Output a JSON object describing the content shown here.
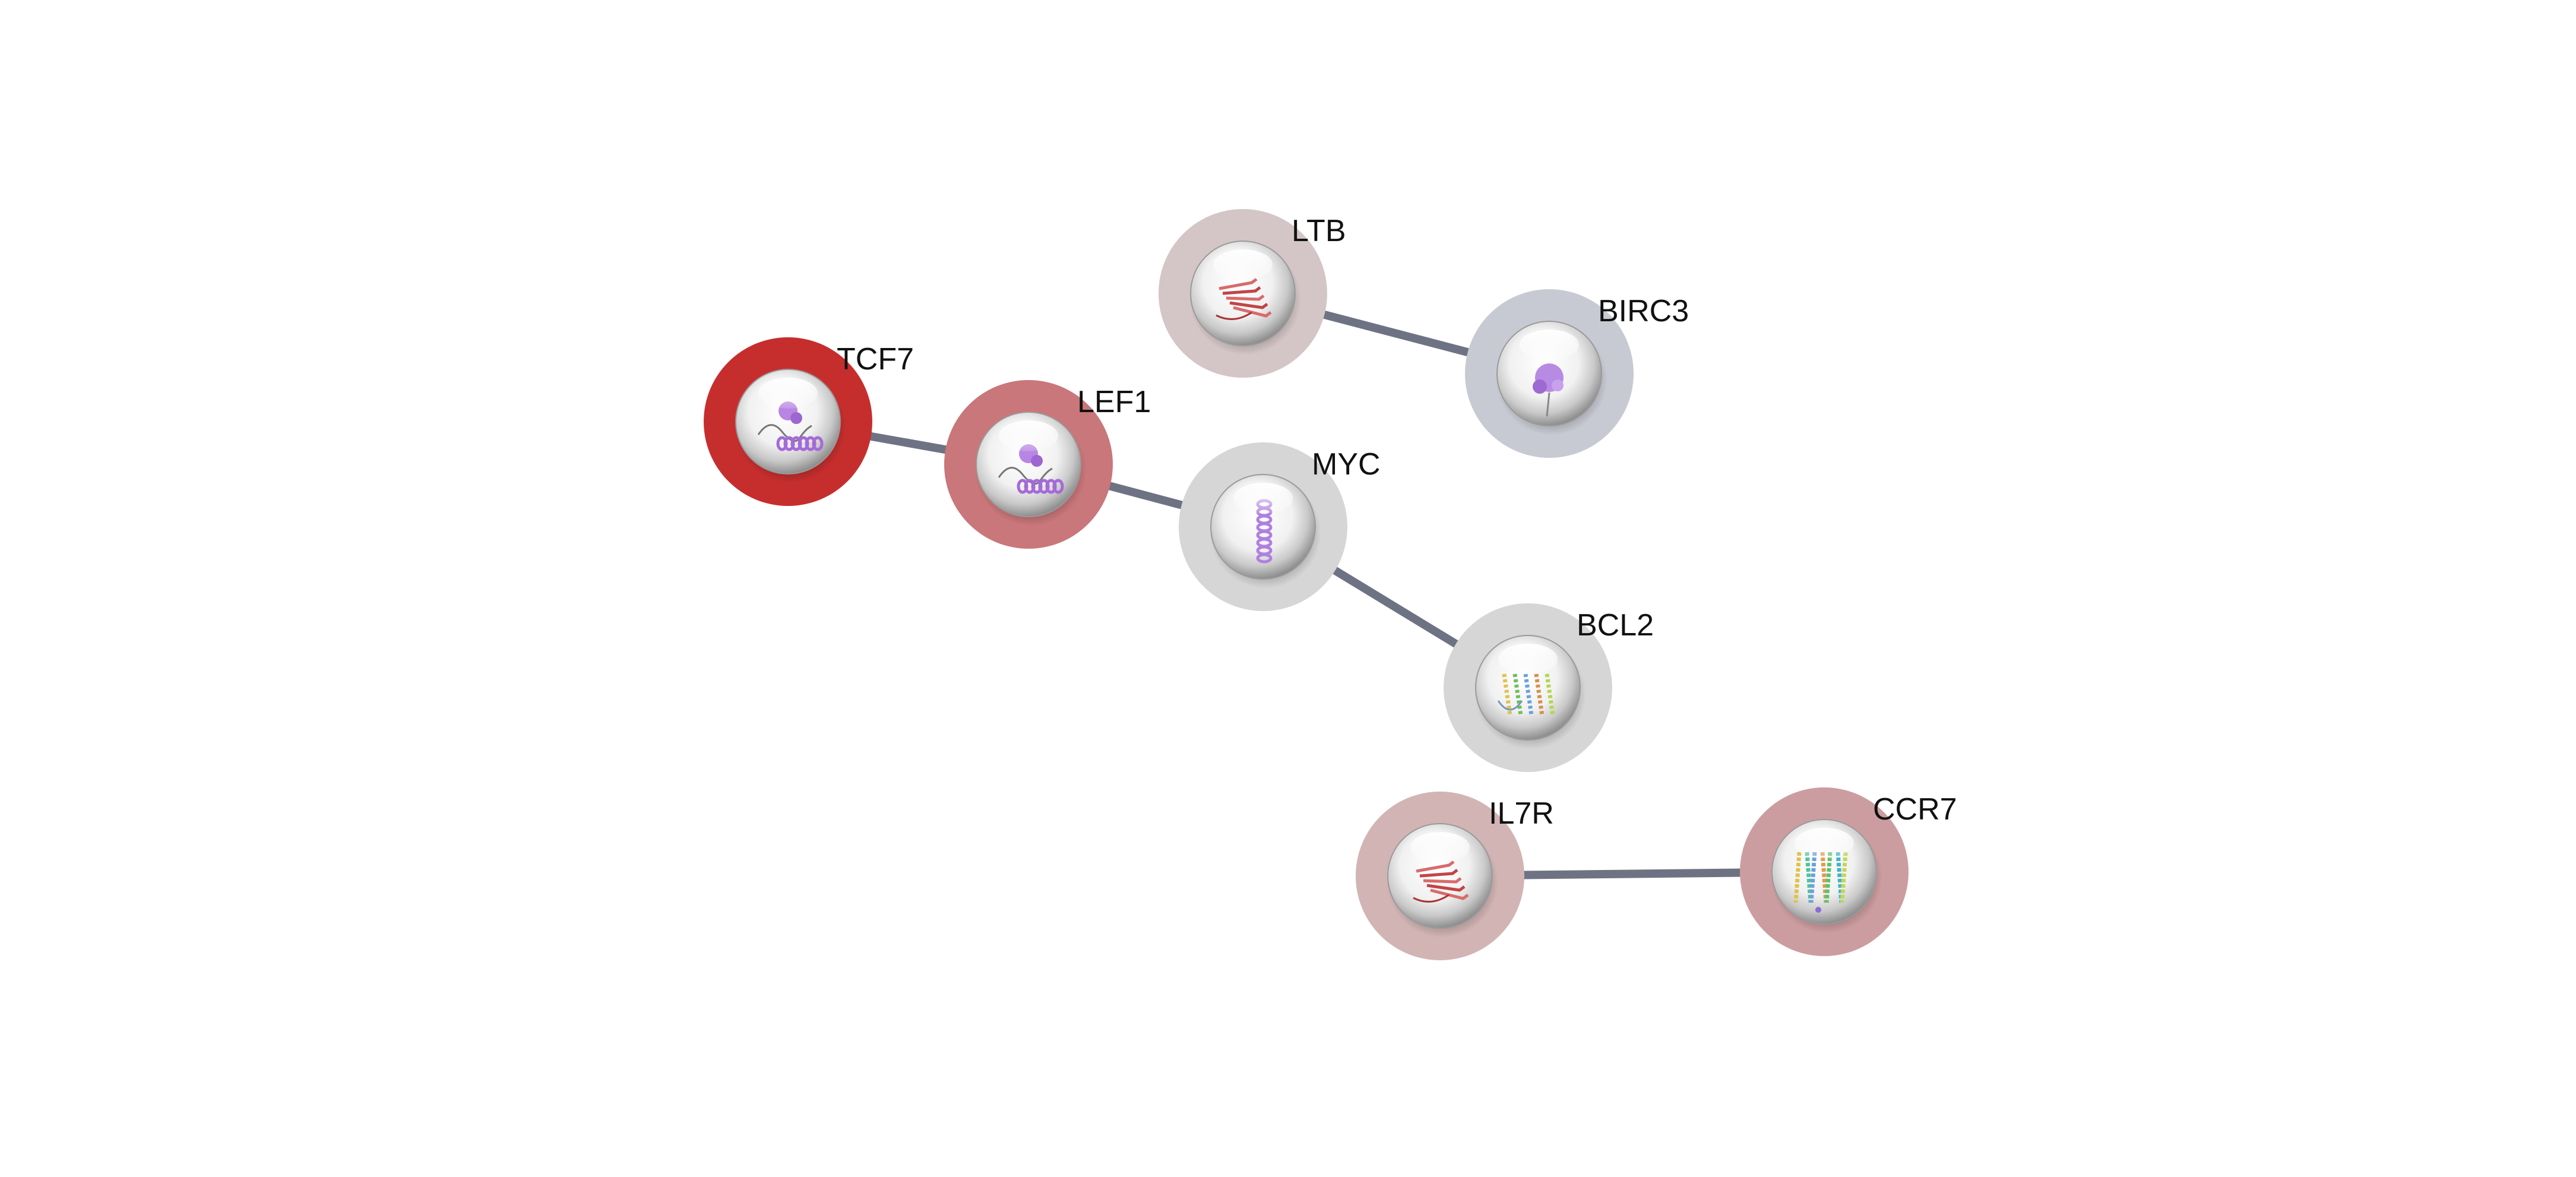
{
  "network": {
    "nodes": [
      {
        "id": "TCF7",
        "label": "TCF7",
        "halo_color": "#c62e2e",
        "structure": "purple-helix-coil"
      },
      {
        "id": "LEF1",
        "label": "LEF1",
        "halo_color": "#c9777a",
        "structure": "purple-helix-coil"
      },
      {
        "id": "MYC",
        "label": "MYC",
        "halo_color": "#d6d6d6",
        "structure": "purple-long-helix"
      },
      {
        "id": "LTB",
        "label": "LTB",
        "halo_color": "#d4c6c6",
        "structure": "red-beta-sheet"
      },
      {
        "id": "BIRC3",
        "label": "BIRC3",
        "halo_color": "#c8cad3",
        "structure": "purple-globular"
      },
      {
        "id": "BCL2",
        "label": "BCL2",
        "halo_color": "#d6d6d6",
        "structure": "multicolor-helices"
      },
      {
        "id": "IL7R",
        "label": "IL7R",
        "halo_color": "#d2b4b4",
        "structure": "red-beta-sheet"
      },
      {
        "id": "CCR7",
        "label": "CCR7",
        "halo_color": "#cc9da0",
        "structure": "multicolor-transmembrane"
      }
    ],
    "edges": [
      {
        "source": "TCF7",
        "target": "LEF1"
      },
      {
        "source": "LEF1",
        "target": "MYC"
      },
      {
        "source": "MYC",
        "target": "BCL2"
      },
      {
        "source": "LTB",
        "target": "BIRC3"
      },
      {
        "source": "IL7R",
        "target": "CCR7"
      }
    ],
    "edge_color": "#6e7384"
  }
}
